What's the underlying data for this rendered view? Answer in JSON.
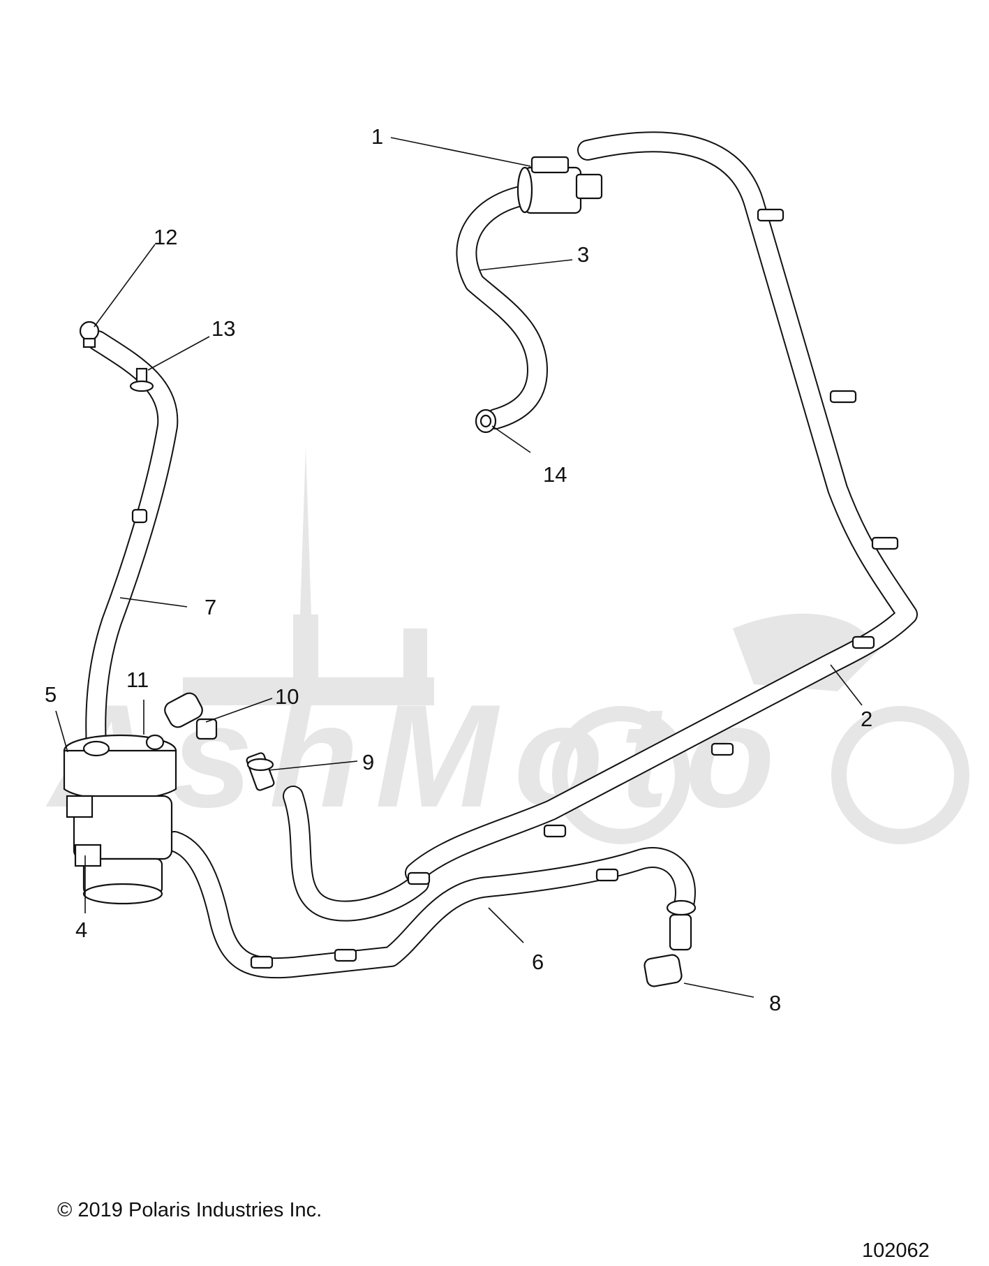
{
  "diagram": {
    "callouts": [
      {
        "id": "1",
        "label": "1"
      },
      {
        "id": "2",
        "label": "2"
      },
      {
        "id": "3",
        "label": "3"
      },
      {
        "id": "4",
        "label": "4"
      },
      {
        "id": "5",
        "label": "5"
      },
      {
        "id": "6",
        "label": "6"
      },
      {
        "id": "7",
        "label": "7"
      },
      {
        "id": "8",
        "label": "8"
      },
      {
        "id": "9",
        "label": "9"
      },
      {
        "id": "10",
        "label": "10"
      },
      {
        "id": "11",
        "label": "11"
      },
      {
        "id": "12",
        "label": "12"
      },
      {
        "id": "13",
        "label": "13"
      },
      {
        "id": "14",
        "label": "14"
      }
    ]
  },
  "footer": {
    "copyright": "© 2019 Polaris Industries Inc.",
    "figure_number": "102062"
  },
  "watermark": {
    "text": "AshMoto"
  }
}
